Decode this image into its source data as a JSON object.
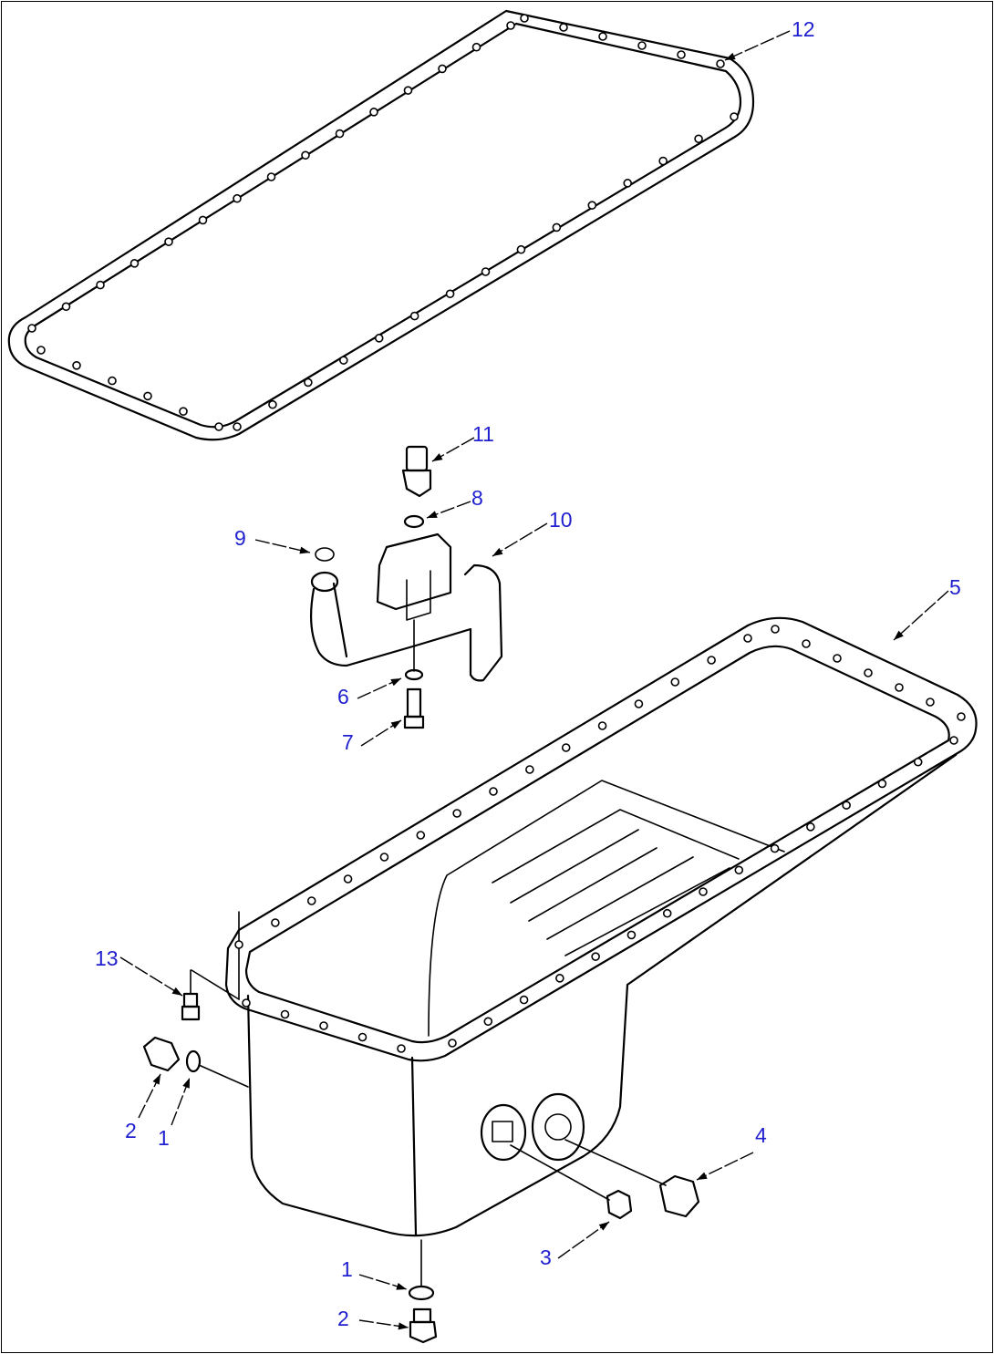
{
  "callouts": [
    {
      "id": "c12",
      "text": "12"
    },
    {
      "id": "c11",
      "text": "11"
    },
    {
      "id": "c8",
      "text": "8"
    },
    {
      "id": "c10",
      "text": "10"
    },
    {
      "id": "c9",
      "text": "9"
    },
    {
      "id": "c5",
      "text": "5"
    },
    {
      "id": "c6",
      "text": "6"
    },
    {
      "id": "c7",
      "text": "7"
    },
    {
      "id": "c13",
      "text": "13"
    },
    {
      "id": "c2a",
      "text": "2"
    },
    {
      "id": "c1a",
      "text": "1"
    },
    {
      "id": "c4",
      "text": "4"
    },
    {
      "id": "c3",
      "text": "3"
    },
    {
      "id": "c1b",
      "text": "1"
    },
    {
      "id": "c2b",
      "text": "2"
    }
  ],
  "colors": {
    "callout": "#1f1fd0",
    "line": "#000000",
    "background": "#ffffff"
  }
}
